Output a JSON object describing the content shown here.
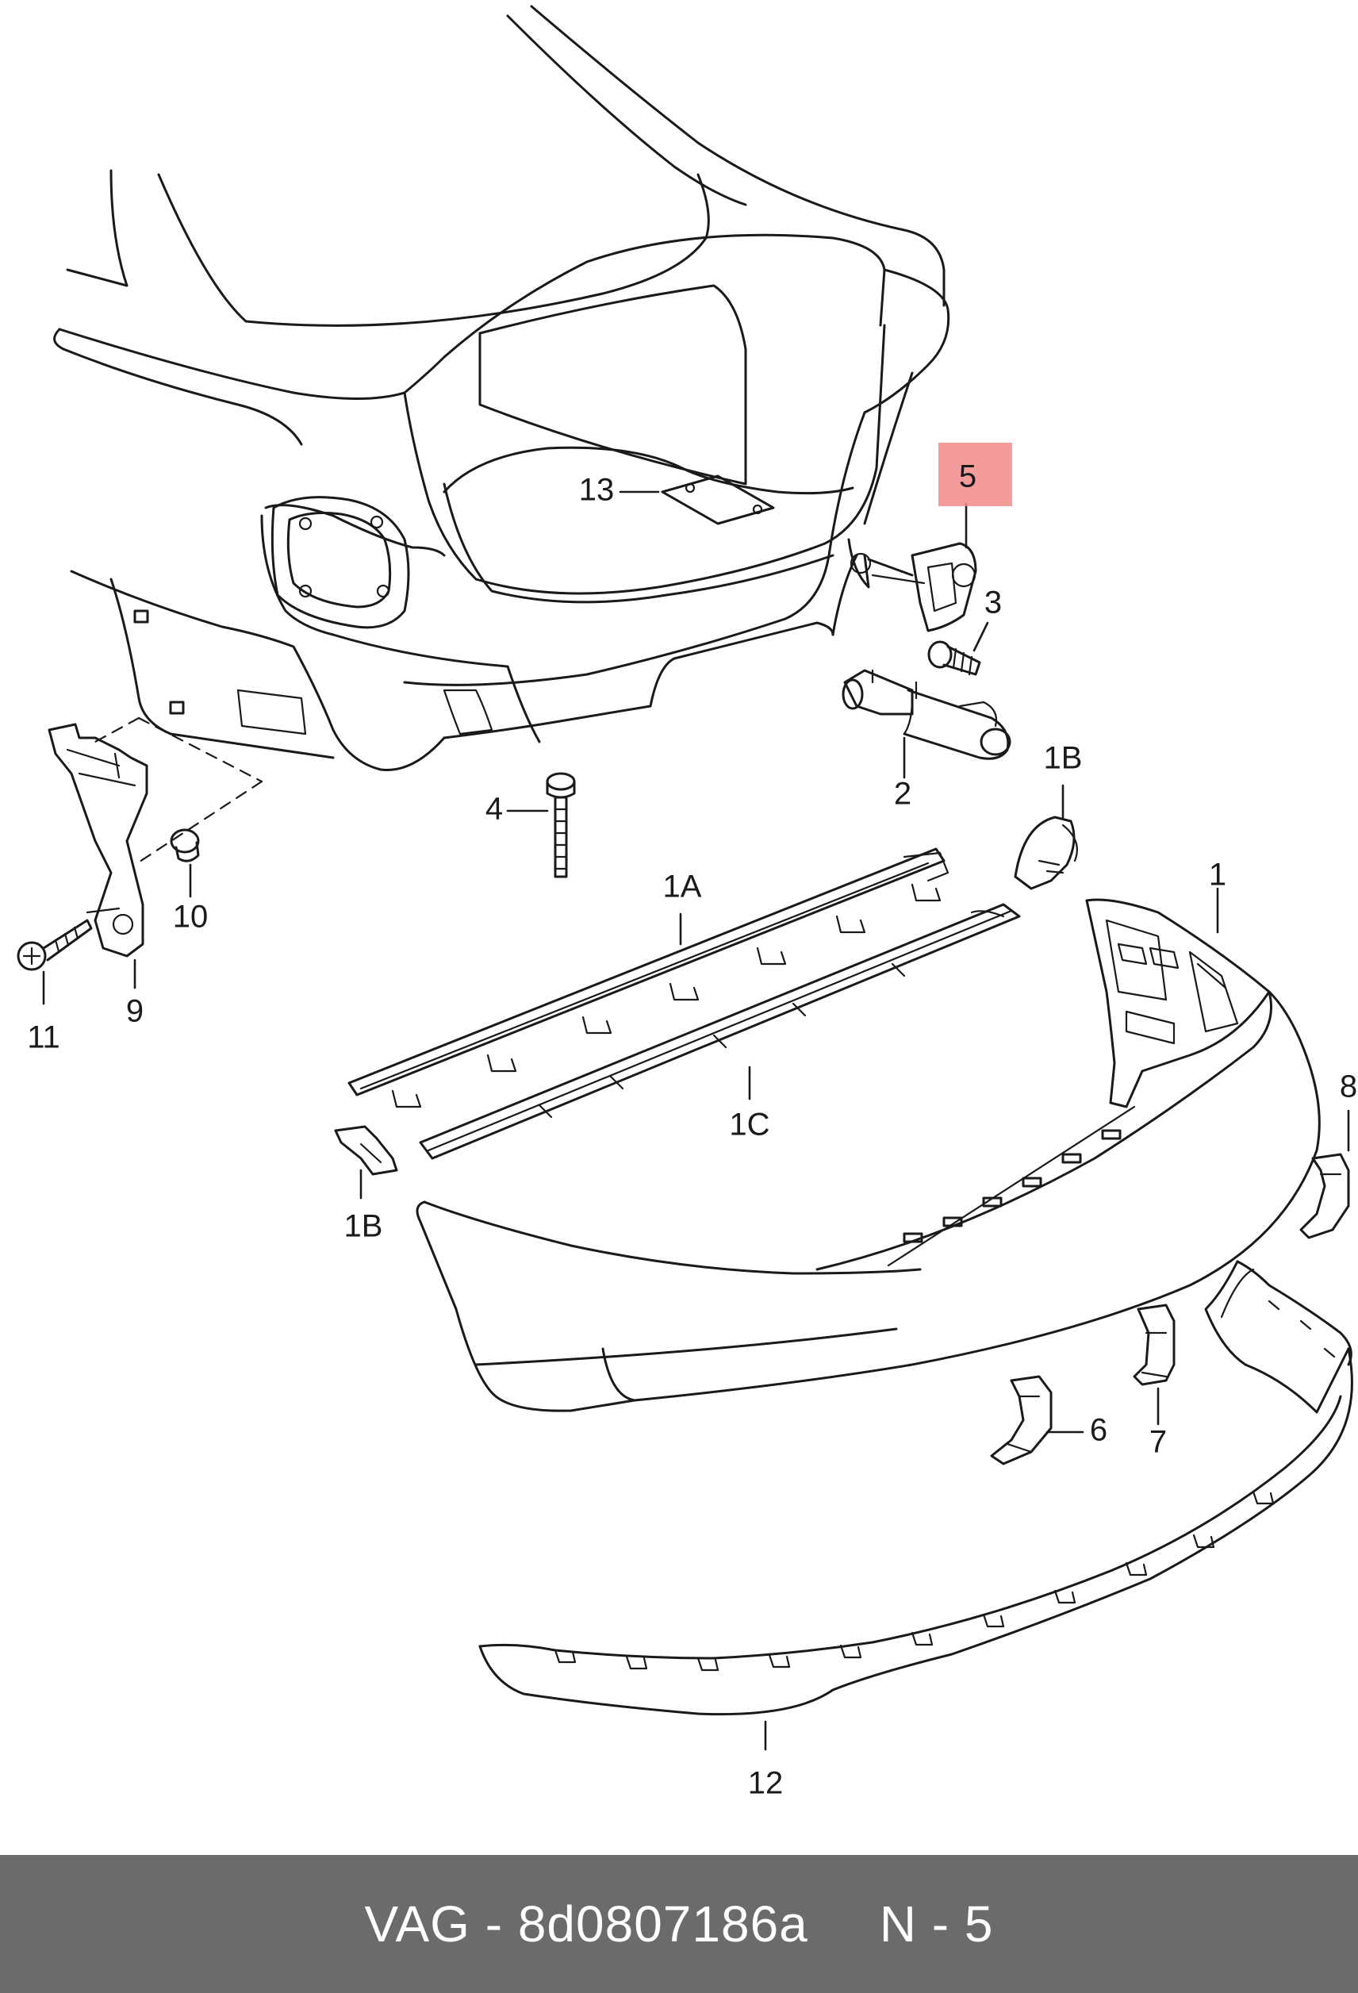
{
  "diagram": {
    "labels": {
      "l1": "1",
      "l1A": "1A",
      "l1B_top": "1B",
      "l1B_left": "1B",
      "l1C": "1C",
      "l2": "2",
      "l3": "3",
      "l4": "4",
      "l5": "5",
      "l6": "6",
      "l7": "7",
      "l8": "8",
      "l9": "9",
      "l10": "10",
      "l11": "11",
      "l12": "12",
      "l13": "13"
    },
    "highlighted_label": "5",
    "highlight_color": "#f28a8a"
  },
  "footer": {
    "brand": "VAG",
    "separator": "-",
    "part_number": "8d0807186a",
    "position_label": "N - 5",
    "background_color": "#6b6b6b"
  }
}
